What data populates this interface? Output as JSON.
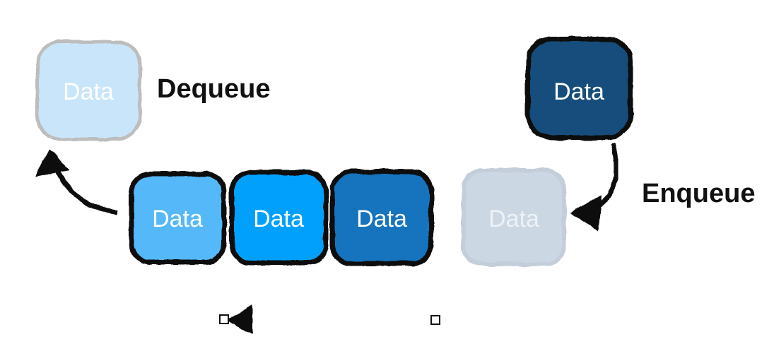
{
  "diagram": {
    "background": "#FFFFFF",
    "ink_color": "#111111",
    "operation_labels": {
      "dequeue": "Dequeue",
      "enqueue": "Enqueue"
    },
    "dequeued_item": {
      "label": "Data",
      "fill": "#C9E5FA",
      "border": "#BDBDBD",
      "text_color": "#FFFFFF"
    },
    "incoming_item": {
      "label": "Data",
      "fill": "#174E7C",
      "border": "#111111",
      "text_color": "#FFFFFF"
    },
    "queue_items": [
      {
        "label": "Data",
        "fill": "#55B8F8",
        "border": "#111111",
        "text_color": "#FFFFFF"
      },
      {
        "label": "Data",
        "fill": "#01A0FC",
        "border": "#111111",
        "text_color": "#FFFFFF"
      },
      {
        "label": "Data",
        "fill": "#1273BE",
        "border": "#111111",
        "text_color": "#FFFFFF"
      },
      {
        "label": "Data",
        "fill": "#CBD7E2",
        "border": "#C3CEDA",
        "text_color": "#EDF2F7"
      }
    ]
  }
}
